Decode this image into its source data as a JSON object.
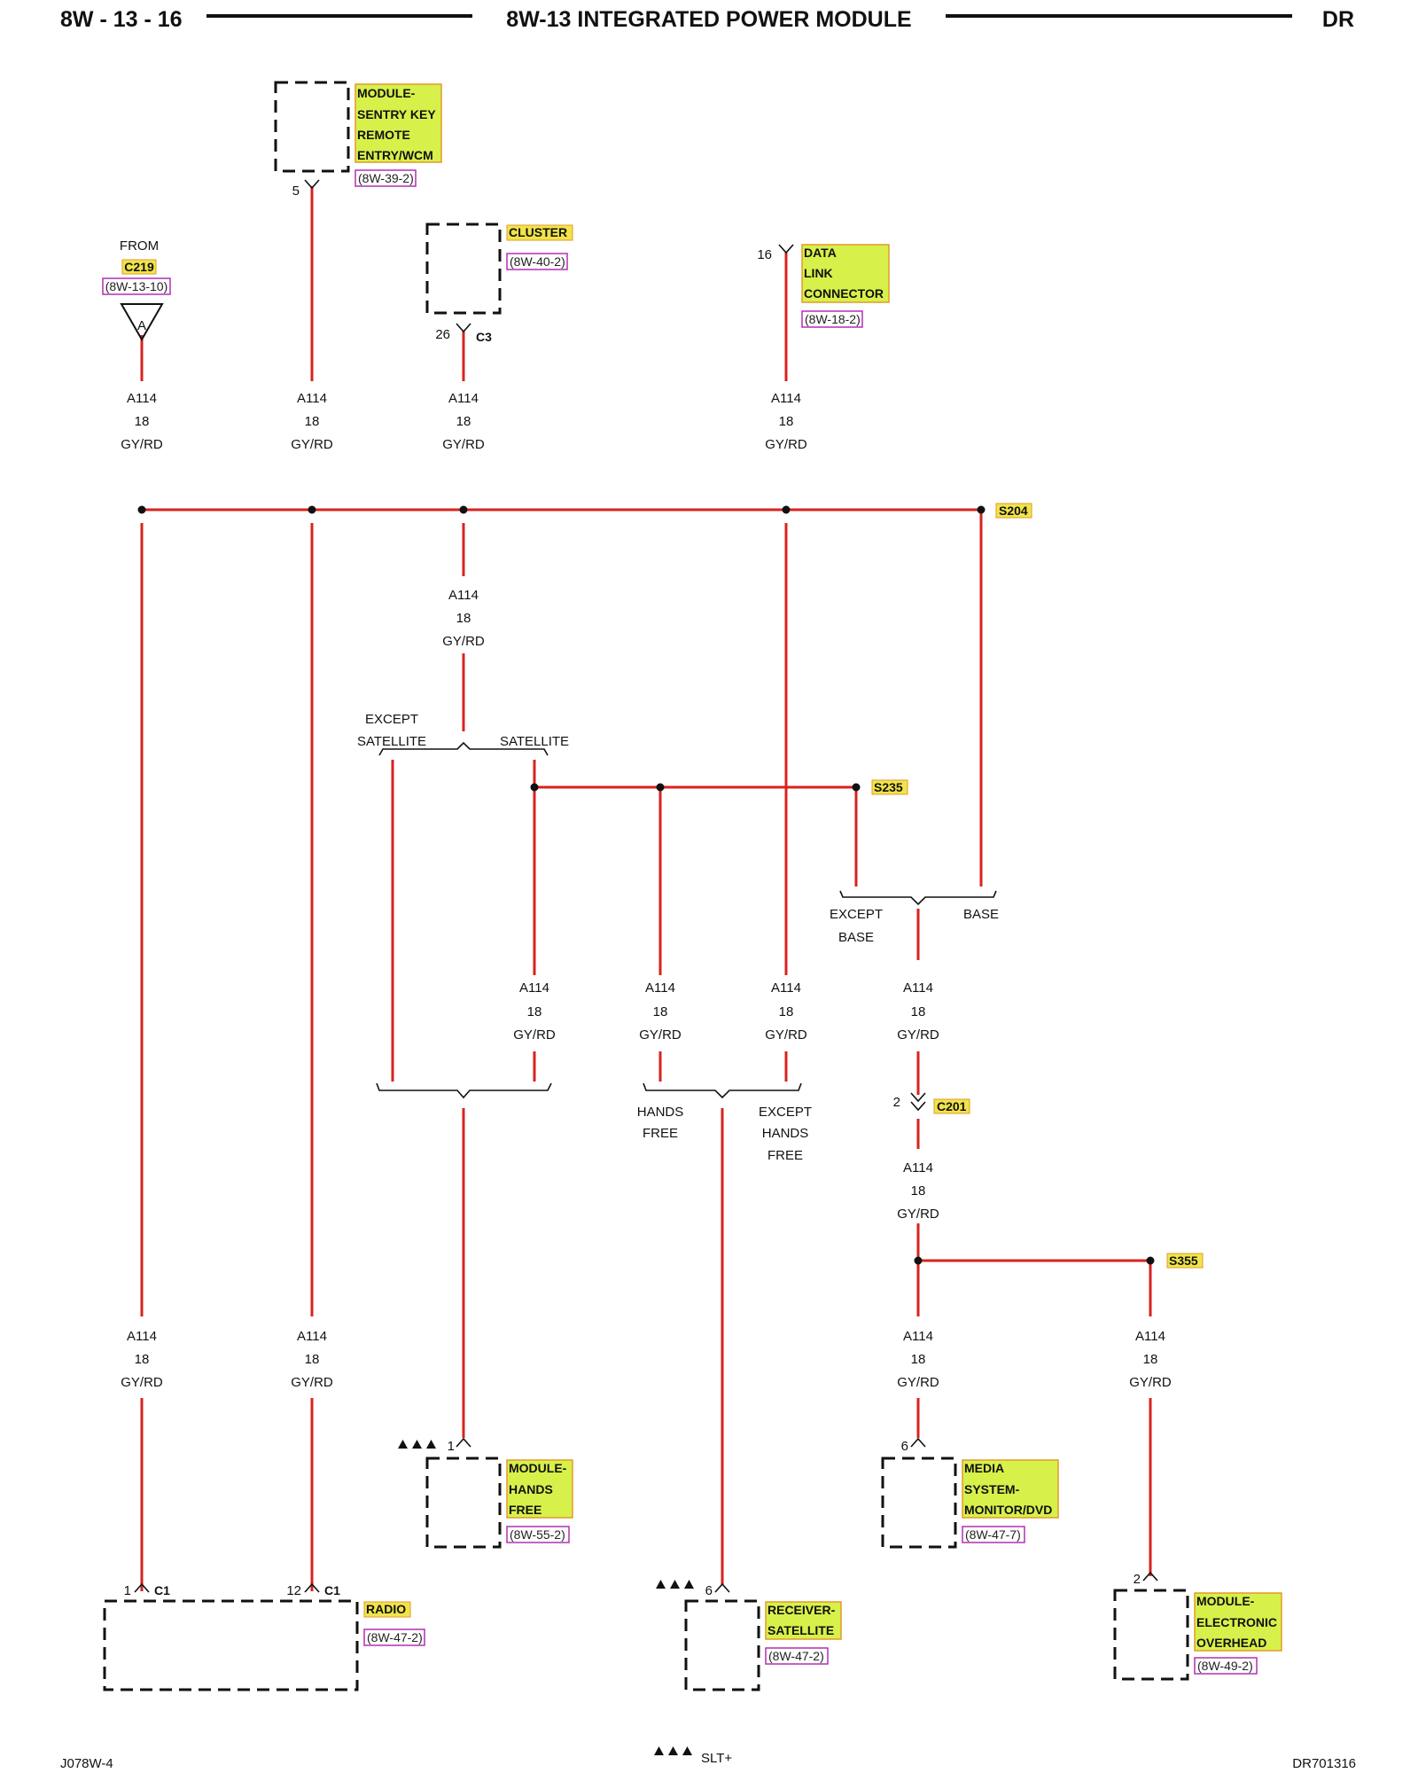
{
  "header": {
    "left": "8W - 13 - 16",
    "title": "8W-13 INTEGRATED POWER MODULE",
    "right": "DR"
  },
  "footer": {
    "left": "J078W-4",
    "center": "SLT+",
    "right": "DR701316"
  },
  "wire": {
    "circuit": "A114",
    "gauge": "18",
    "color": "GY/RD"
  },
  "components": {
    "sentry_key": {
      "lines": [
        "MODULE-",
        "SENTRY KEY",
        "REMOTE",
        "ENTRY/WCM"
      ],
      "ref": "(8W-39-2)",
      "pin": "5"
    },
    "cluster": {
      "lines": [
        "CLUSTER"
      ],
      "ref": "(8W-40-2)",
      "pin": "26",
      "connector": "C3"
    },
    "data_link": {
      "lines": [
        "DATA",
        "LINK",
        "CONNECTOR"
      ],
      "ref": "(8W-18-2)",
      "pin": "16"
    },
    "from_c219": {
      "from": "FROM",
      "connector": "C219",
      "ref": "(8W-13-10)",
      "letter": "A"
    },
    "hands_free": {
      "lines": [
        "MODULE-",
        "HANDS",
        "FREE"
      ],
      "ref": "(8W-55-2)",
      "pin": "1"
    },
    "media": {
      "lines": [
        "MEDIA",
        "SYSTEM-",
        "MONITOR/DVD"
      ],
      "ref": "(8W-47-7)",
      "pin": "6"
    },
    "radio": {
      "lines": [
        "RADIO"
      ],
      "ref": "(8W-47-2)",
      "pin1": "1",
      "pin12": "12",
      "connector": "C1"
    },
    "receiver": {
      "lines": [
        "RECEIVER-",
        "SATELLITE"
      ],
      "ref": "(8W-47-2)",
      "pin": "6"
    },
    "overhead": {
      "lines": [
        "MODULE-",
        "ELECTRONIC",
        "OVERHEAD"
      ],
      "ref": "(8W-49-2)",
      "pin": "2"
    }
  },
  "splices": {
    "s204": "S204",
    "s235": "S235",
    "s355": "S355",
    "c201": "C201",
    "c201_pin": "2"
  },
  "options": {
    "except_satellite": [
      "EXCEPT",
      "SATELLITE"
    ],
    "satellite": "SATELLITE",
    "except_base": [
      "EXCEPT",
      "BASE"
    ],
    "base": "BASE",
    "hands_free": [
      "HANDS",
      "FREE"
    ],
    "except_hands_free": [
      "EXCEPT",
      "HANDS",
      "FREE"
    ]
  },
  "symbols": {
    "triple_triangle": "triangle-icon"
  }
}
